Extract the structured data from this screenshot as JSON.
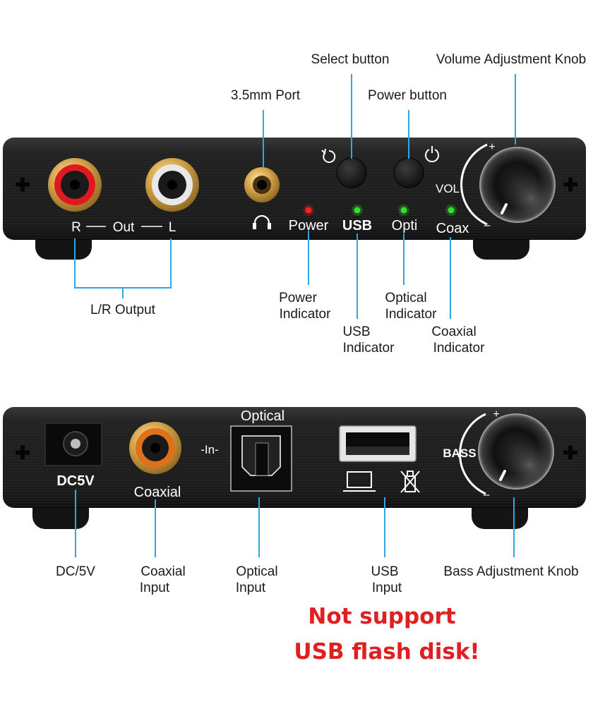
{
  "colors": {
    "leader": "#2fa6e6",
    "warning": "#e02020",
    "body": "#1c1c1c"
  },
  "front": {
    "labels": {
      "select_button": "Select button",
      "volume_knob": "Volume Adjustment Knob",
      "port_35": "3.5mm Port",
      "power_button": "Power button",
      "lr_output": "L/R Output",
      "power_ind_1": "Power",
      "power_ind_2": "Indicator",
      "optical_ind_1": "Optical",
      "optical_ind_2": "Indicator",
      "usb_ind_1": "USB",
      "usb_ind_2": "Indicator",
      "coax_ind_1": "Coaxial",
      "coax_ind_2": "Indicator"
    },
    "device": {
      "r": "R",
      "out": "Out",
      "l": "L",
      "power": "Power",
      "usb": "USB",
      "opti": "Opti",
      "coax": "Coax",
      "vol": "VOL",
      "plus": "+",
      "minus": "–"
    },
    "indicator_colors": {
      "power": "#ff2020",
      "usb": "#30e030",
      "opti": "#30e030",
      "coax": "#30e030"
    }
  },
  "back": {
    "labels": {
      "dc5v": "DC/5V",
      "coaxial_input_1": "Coaxial",
      "coaxial_input_2": "Input",
      "optical_input_1": "Optical",
      "optical_input_2": "Input",
      "usb_input_1": "USB",
      "usb_input_2": "Input",
      "bass_knob": "Bass Adjustment Knob"
    },
    "device": {
      "dc5v": "DC5V",
      "coaxial": "Coaxial",
      "in": "-In-",
      "optical": "Optical",
      "bass": "BASS",
      "plus": "+",
      "minus": "–"
    }
  },
  "warning": {
    "line1": "Not support",
    "line2": "USB flash disk!"
  }
}
